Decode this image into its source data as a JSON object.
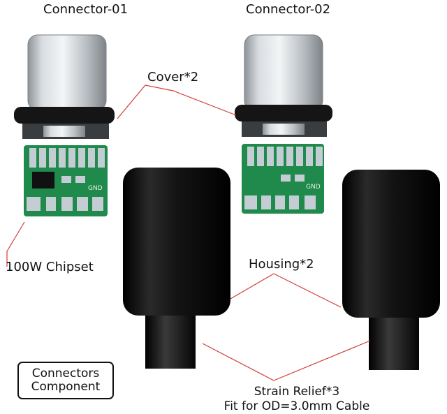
{
  "labels": {
    "connector_01": "Connector-01",
    "connector_02": "Connector-02",
    "cover": "Cover*2",
    "chipset": "100W Chipset",
    "housing": "Housing*2",
    "strain_relief_line1": "Strain Relief*3",
    "strain_relief_line2": "Fit for OD=3.0mm Cable",
    "component_line1": "Connectors",
    "component_line2": "Component",
    "pcb_gnd": "GND"
  },
  "colors": {
    "pcb": "#1f8a4c",
    "pads": "#c4ccd4",
    "leader_line": "#d23a3a",
    "housing": "#0d0d0d",
    "metal": "#c9cdd1"
  }
}
